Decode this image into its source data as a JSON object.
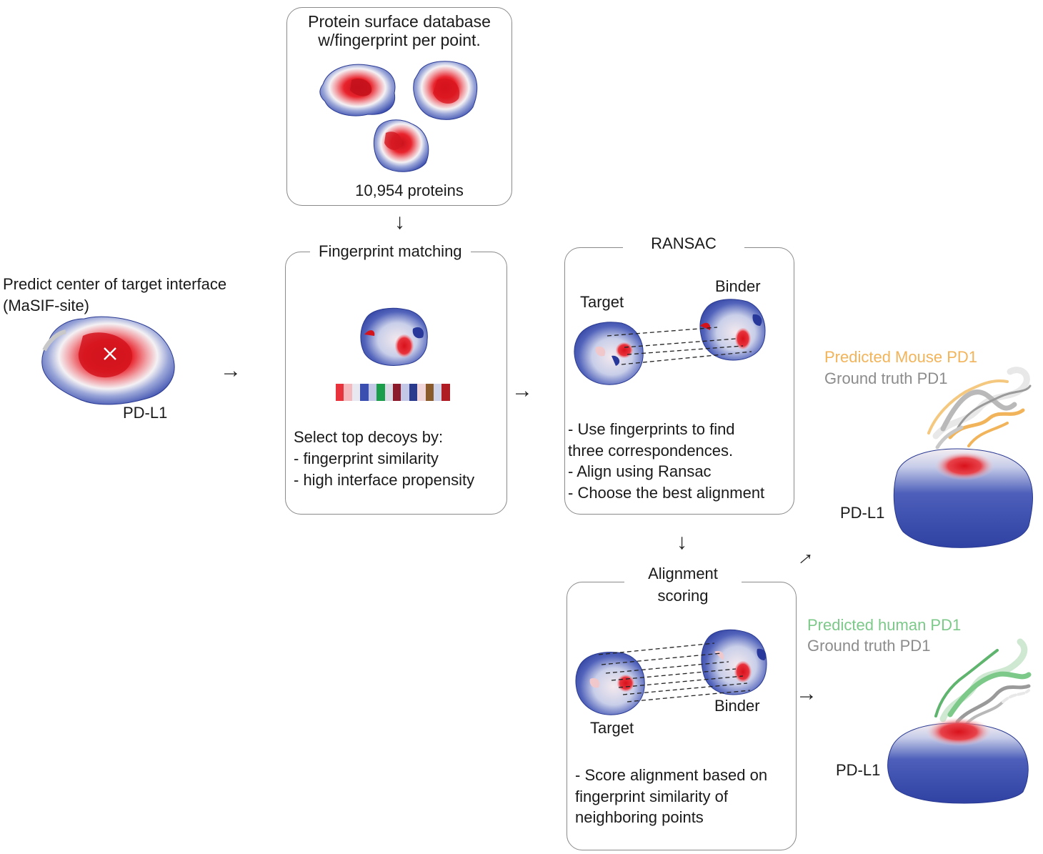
{
  "database": {
    "title_line1": "Protein surface database",
    "title_line2": "w/fingerprint per point.",
    "count": "10,954 proteins"
  },
  "target_site": {
    "label_line1": "Predict center of target interface",
    "label_line2": "(MaSIF-site)",
    "protein": "PD-L1"
  },
  "fingerprint_matching": {
    "title": "Fingerprint matching",
    "desc": [
      "Select top decoys by:",
      "- fingerprint similarity",
      "- high interface propensity"
    ],
    "fingerprint_colors": [
      "#e8323c",
      "#f3b9bd",
      "#e8e8f0",
      "#3b4fb0",
      "#c3c8e6",
      "#1a9e4a",
      "#d9d9e6",
      "#8b1a2a",
      "#c3c8e6",
      "#2a3a8c",
      "#f0d6d8",
      "#8a5a2a",
      "#d0d4ea",
      "#b01c24"
    ]
  },
  "ransac": {
    "title": "RANSAC",
    "target_label": "Target",
    "binder_label": "Binder",
    "desc": [
      "- Use fingerprints to find",
      "three correspondences.",
      "- Align using Ransac",
      "- Choose the best alignment"
    ]
  },
  "alignment_scoring": {
    "title_line1": "Alignment",
    "title_line2": "scoring",
    "target_label": "Target",
    "binder_label": "Binder",
    "desc": [
      "- Score alignment based on",
      "fingerprint similarity of",
      "neighboring points"
    ]
  },
  "result_mouse": {
    "predicted": "Predicted Mouse PD1",
    "ground_truth": "Ground truth PD1",
    "protein": "PD-L1",
    "predicted_color": "#f2b45a",
    "ground_truth_color": "#8c8c8c"
  },
  "result_human": {
    "predicted": "Predicted human PD1",
    "ground_truth": "Ground truth PD1",
    "protein": "PD-L1",
    "predicted_color": "#7cc98a",
    "ground_truth_color": "#8c8c8c"
  },
  "colors": {
    "surface_blue": "#3b4fb0",
    "surface_red": "#e8232c",
    "surface_white": "#f2f2f6"
  }
}
